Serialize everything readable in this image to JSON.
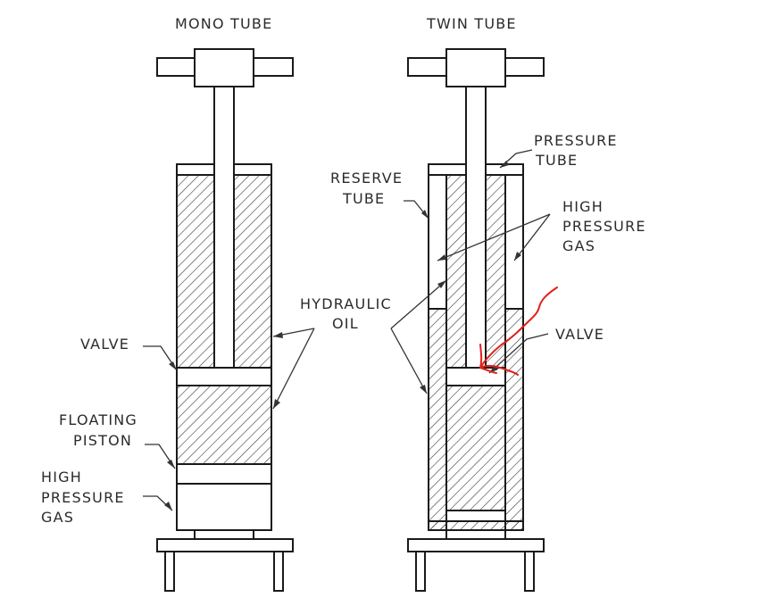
{
  "mono_tube": {
    "title": "MONO TUBE",
    "valve": "VALVE",
    "floating_piston": [
      "FLOATING",
      "PISTON"
    ],
    "high_pressure_gas": [
      "HIGH",
      "PRESSURE",
      "GAS"
    ]
  },
  "twin_tube": {
    "title": "TWIN TUBE",
    "pressure_tube": [
      "PRESSURE",
      "TUBE"
    ],
    "reserve_tube": [
      "RESERVE",
      "TUBE"
    ],
    "high_pressure_gas": [
      "HIGH",
      "PRESSURE",
      "GAS"
    ],
    "valve": "VALVE"
  },
  "hydraulic_oil": [
    "HYDRAULIC",
    "OIL"
  ],
  "colors": {
    "line": "#1a1a1a",
    "hatch": "#3a3a3a",
    "annotation": "#e0201a"
  }
}
